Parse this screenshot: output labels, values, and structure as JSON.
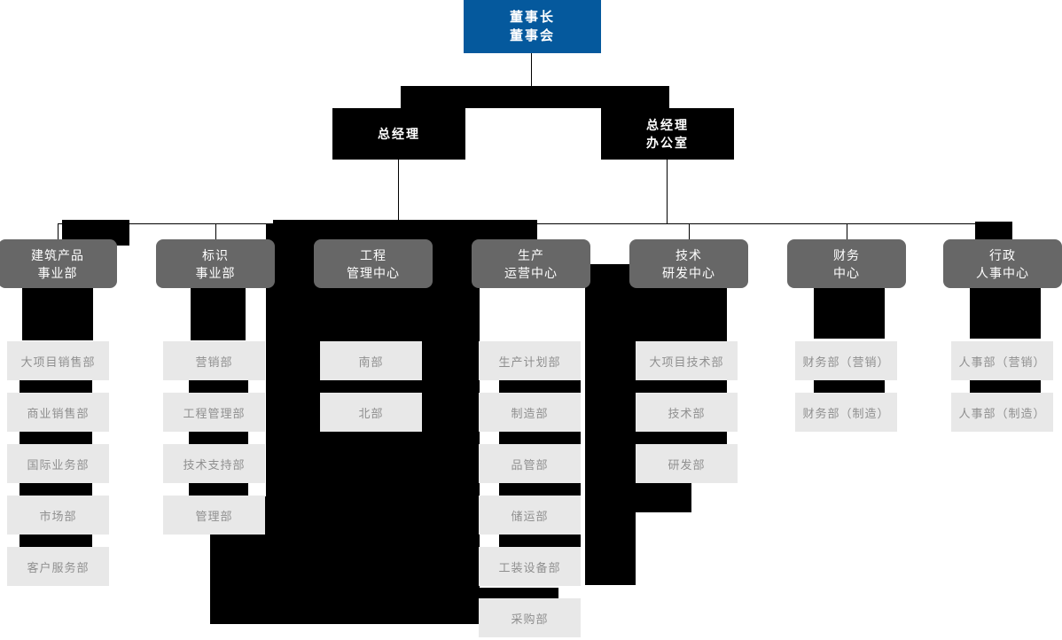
{
  "palette": {
    "chairman_blue": "#05599d",
    "level2_black": "#000000",
    "division_gray": "#676767",
    "department_bg": "#e8e8e8",
    "department_text": "#8f8f8f",
    "box_text_white": "#ffffff",
    "connector_black": "#000000",
    "background": "#ffffff"
  },
  "org_chart": {
    "chairman": {
      "line1": "董事长",
      "line2": "董事会"
    },
    "general_manager": {
      "label": "总经理"
    },
    "gm_office": {
      "line1": "总经理",
      "line2": "办公室"
    },
    "divisions": [
      {
        "line1": "建筑产品",
        "line2": "事业部",
        "departments": [
          "大项目销售部",
          "商业销售部",
          "国际业务部",
          "市场部",
          "客户服务部"
        ]
      },
      {
        "line1": "标识",
        "line2": "事业部",
        "departments": [
          "营销部",
          "工程管理部",
          "技术支持部",
          "管理部"
        ]
      },
      {
        "line1": "工程",
        "line2": "管理中心",
        "departments": [
          "南部",
          "北部"
        ]
      },
      {
        "line1": "生产",
        "line2": "运营中心",
        "departments": [
          "生产计划部",
          "制造部",
          "品管部",
          "储运部",
          "工装设备部",
          "采购部"
        ]
      },
      {
        "line1": "技术",
        "line2": "研发中心",
        "departments": [
          "大项目技术部",
          "技术部",
          "研发部"
        ]
      },
      {
        "line1": "财务",
        "line2": "中心",
        "departments": [
          "财务部（营销）",
          "财务部（制造）"
        ]
      },
      {
        "line1": "行政",
        "line2": "人事中心",
        "departments": [
          "人事部（营销）",
          "人事部（制造）"
        ]
      }
    ]
  }
}
